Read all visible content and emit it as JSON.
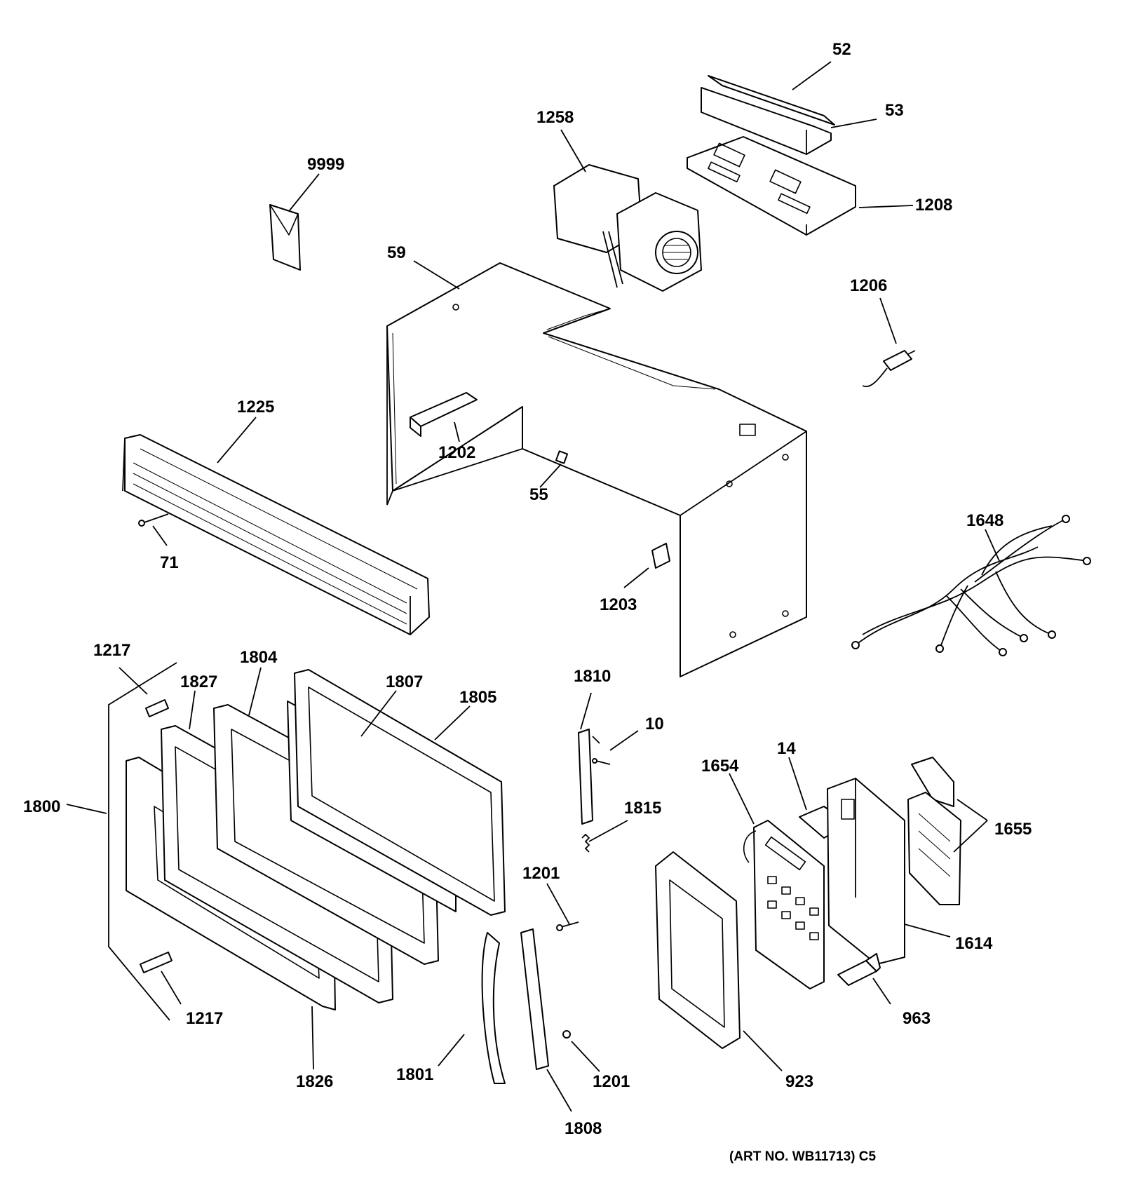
{
  "diagram": {
    "caption": "(ART NO. WB11713) C5",
    "parts": {
      "p52": "52",
      "p53": "53",
      "p1258": "1258",
      "p9999": "9999",
      "p1208": "1208",
      "p59": "59",
      "p1206": "1206",
      "p1225": "1225",
      "p1202": "1202",
      "p55": "55",
      "p71": "71",
      "p1648": "1648",
      "p1203": "1203",
      "p1217_top": "1217",
      "p1804": "1804",
      "p1827": "1827",
      "p1807": "1807",
      "p1805": "1805",
      "p1810": "1810",
      "p10": "10",
      "p14": "14",
      "p1654": "1654",
      "p1800": "1800",
      "p1815": "1815",
      "p1655": "1655",
      "p1201_top": "1201",
      "p1614": "1614",
      "p1217_bottom": "1217",
      "p963": "963",
      "p1826": "1826",
      "p1801": "1801",
      "p1201_bottom": "1201",
      "p923": "923",
      "p1808": "1808"
    }
  }
}
